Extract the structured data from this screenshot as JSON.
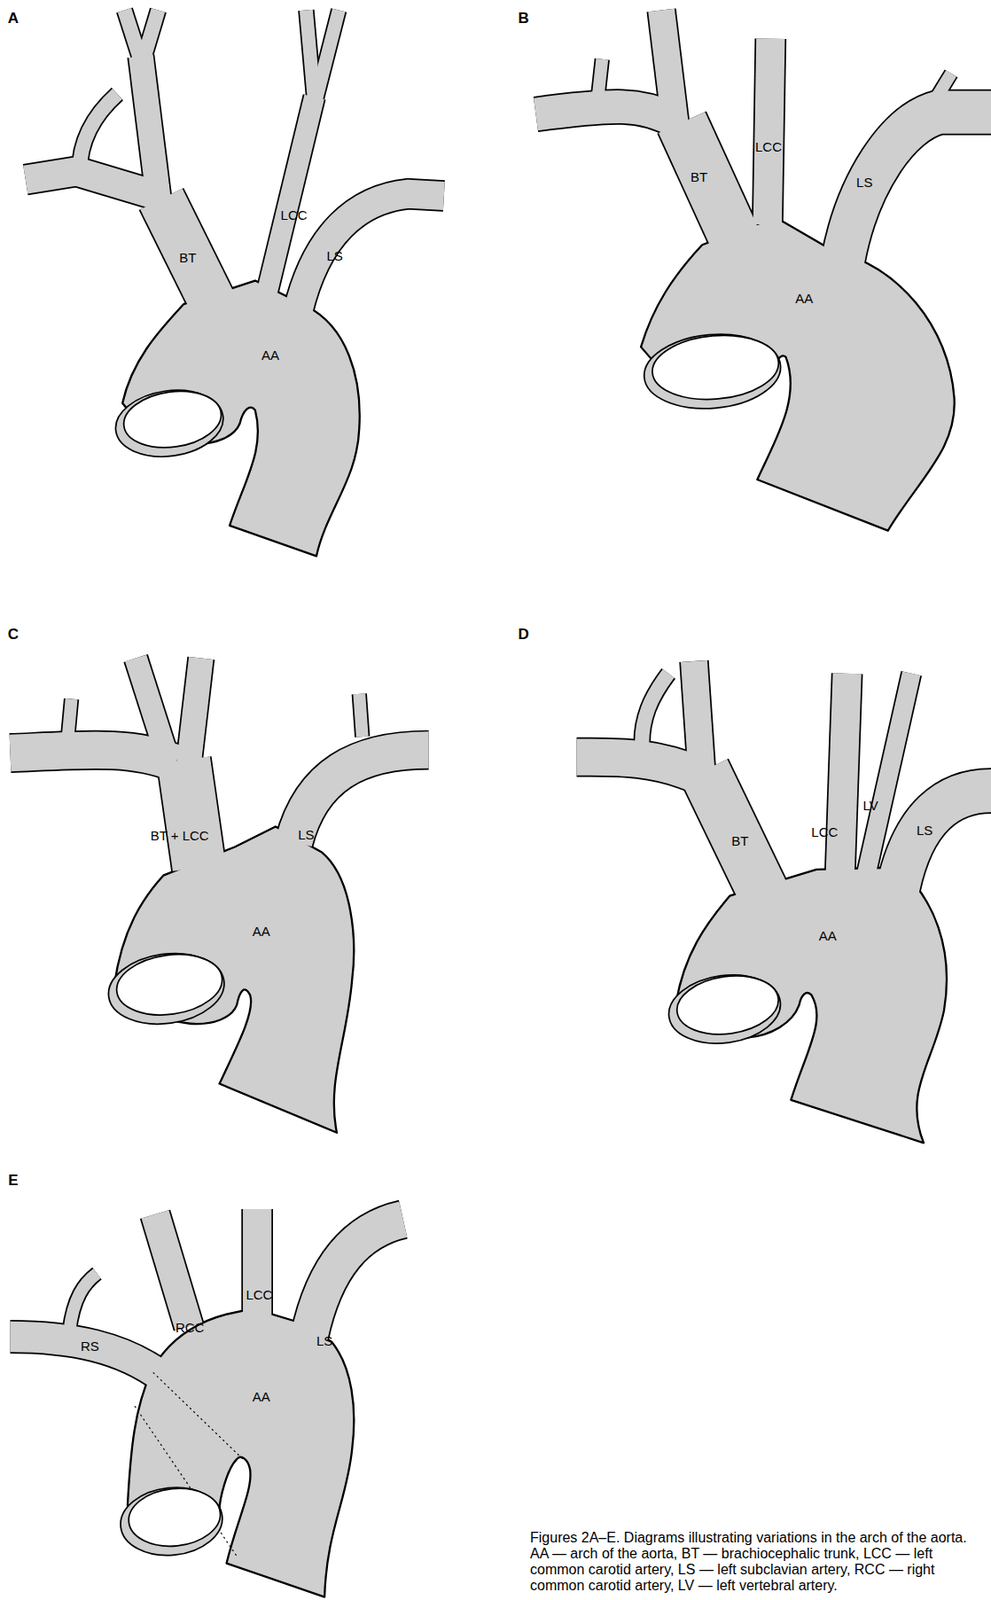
{
  "diagram": {
    "caption": "Figures 2A–E. Diagrams illustrating variations in the arch of the aorta. AA — arch of the aorta, BT — brachiocephalic trunk, LCC — left common carotid artery, LS — left subclavian artery, RCC — right common carotid artery, LV — left vertebral artery.",
    "labels": [
      "A",
      "LCC",
      "BT",
      "LS",
      "AA",
      "B",
      "LCC",
      "BT",
      "LS",
      "AA",
      "C",
      "BT + LCC",
      "LS",
      "AA",
      "D",
      "BT",
      "LCC",
      "LV",
      "LS",
      "AA",
      "E",
      "RS",
      "RCC",
      "LCC",
      "LS",
      "AA"
    ]
  }
}
